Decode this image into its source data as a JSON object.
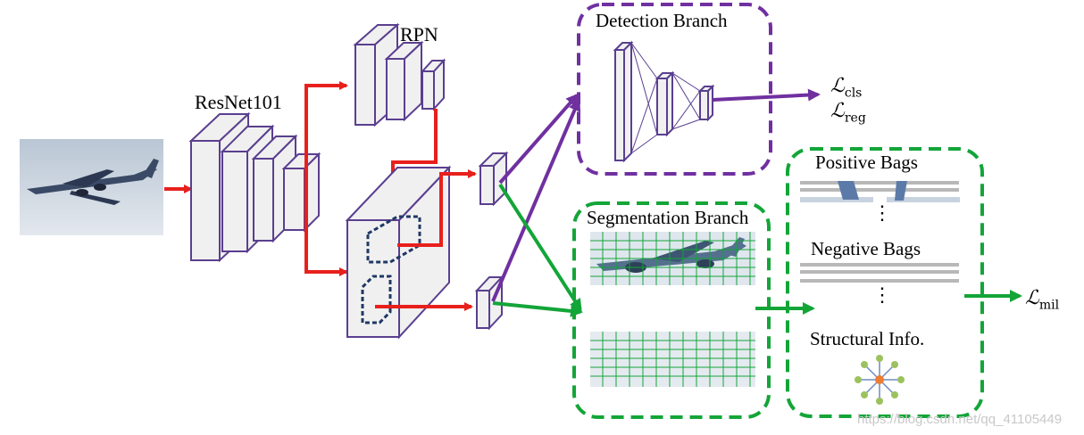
{
  "labels": {
    "resnet": "ResNet101",
    "rpn": "RPN",
    "detection_branch": "Detection Branch",
    "segmentation_branch": "Segmentation Branch",
    "positive_bags": "Positive Bags",
    "negative_bags": "Negative Bags",
    "structural_info": "Structural Info.",
    "vdots": "⋮"
  },
  "losses": {
    "cls_symbol": "ℒ",
    "cls_sub": "cls",
    "reg_symbol": "ℒ",
    "reg_sub": "reg",
    "mil_symbol": "ℒ",
    "mil_sub": "mil"
  },
  "watermark": "https://blog.csdn.net/qq_41105449",
  "colors": {
    "red_arrow": "#e8201c",
    "purple": "#7030a0",
    "green": "#13a538",
    "block_edge": "#5a3f8f",
    "block_fill": "#f0f0f0",
    "dashed_feature": "#1f3864"
  },
  "icons": {
    "input_image": "airplane-photo",
    "structural_graph": "star-graph-icon"
  }
}
